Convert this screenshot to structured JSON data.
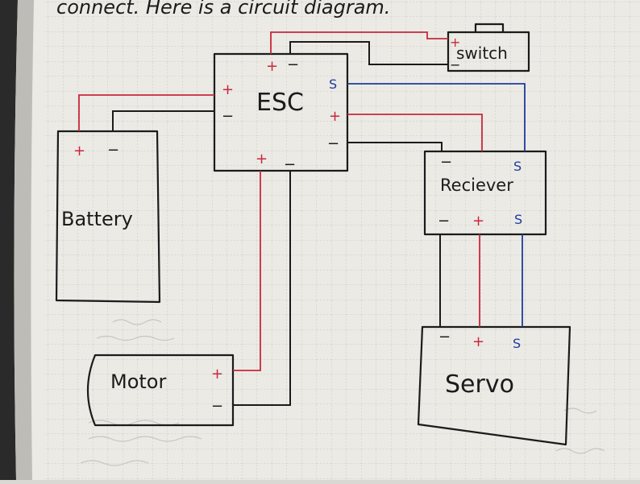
{
  "header_text": "connect. Here is a circuit diagram.",
  "components": {
    "esc": {
      "label": "ESC",
      "pins": {
        "pos_top": "+",
        "neg_top": "−",
        "pos_left": "+",
        "neg_left": "−",
        "sig": "S",
        "pos_right": "+",
        "neg_right": "−",
        "pos_bottom": "+",
        "neg_bottom": "−"
      }
    },
    "switch": {
      "label": "switch",
      "pins": {
        "pos": "+",
        "neg": "−"
      }
    },
    "battery": {
      "label": "Battery",
      "pins": {
        "pos": "+",
        "neg": "−"
      }
    },
    "receiver": {
      "label": "Reciever",
      "pins": {
        "neg_top": "−",
        "sig_top": "S",
        "neg_bottom": "−",
        "pos_bottom": "+",
        "sig_bottom": "S"
      }
    },
    "motor": {
      "label": "Motor",
      "pins": {
        "pos": "+",
        "neg": "−"
      }
    },
    "servo": {
      "label": "Servo",
      "pins": {
        "neg": "−",
        "pos": "+",
        "sig": "S"
      }
    }
  },
  "colors": {
    "paper": "#ebeae5",
    "grid": "#c9c8c2",
    "ink": "#1b1b1b",
    "positive_wire": "#c8283c",
    "signal_wire": "#1f3a9e",
    "negative_wire": "#1b1b1b"
  }
}
